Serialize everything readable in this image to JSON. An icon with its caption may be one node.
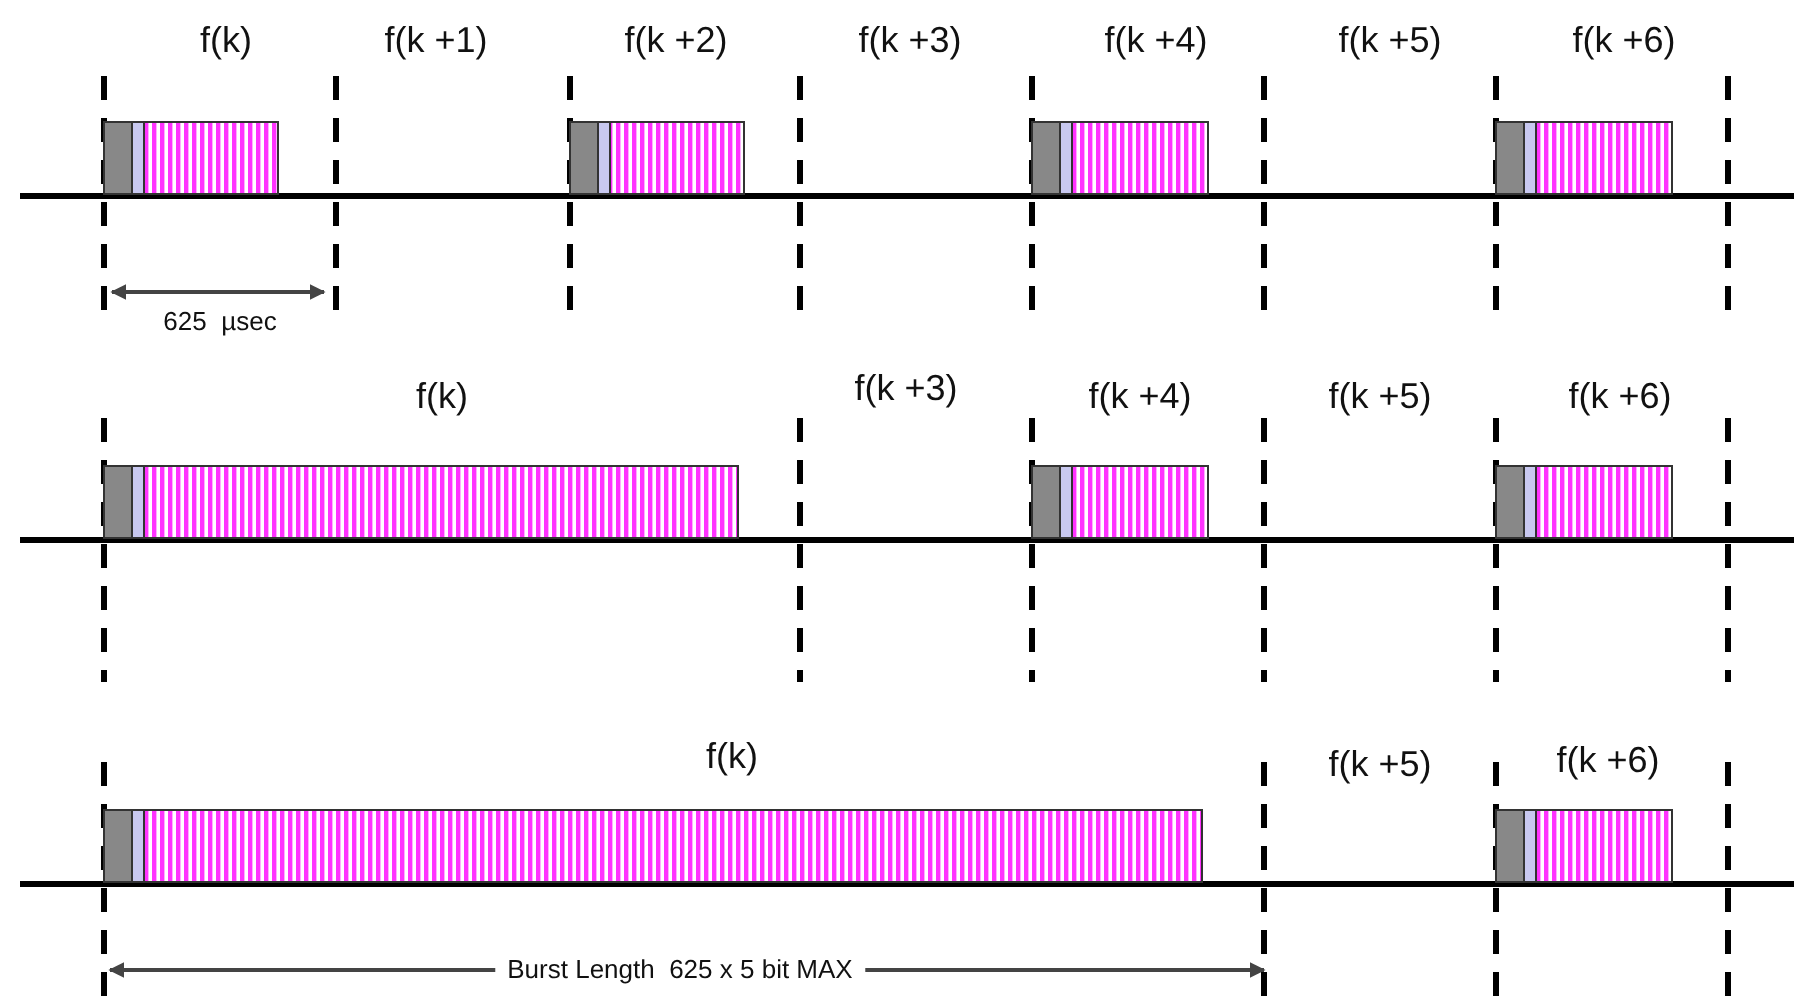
{
  "diagram": {
    "labels": [
      "f(k)",
      "f(k +1)",
      "f(k +2)",
      "f(k +3)",
      "f(k +4)",
      "f(k +5)",
      "f(k +6)",
      "625  µsec",
      "f(k)",
      "f(k +3)",
      "f(k +4)",
      "f(k +5)",
      "f(k +6)",
      "f(k)",
      "f(k +5)",
      "f(k +6)",
      "Burst Length  625 x 5 bit MAX"
    ]
  }
}
